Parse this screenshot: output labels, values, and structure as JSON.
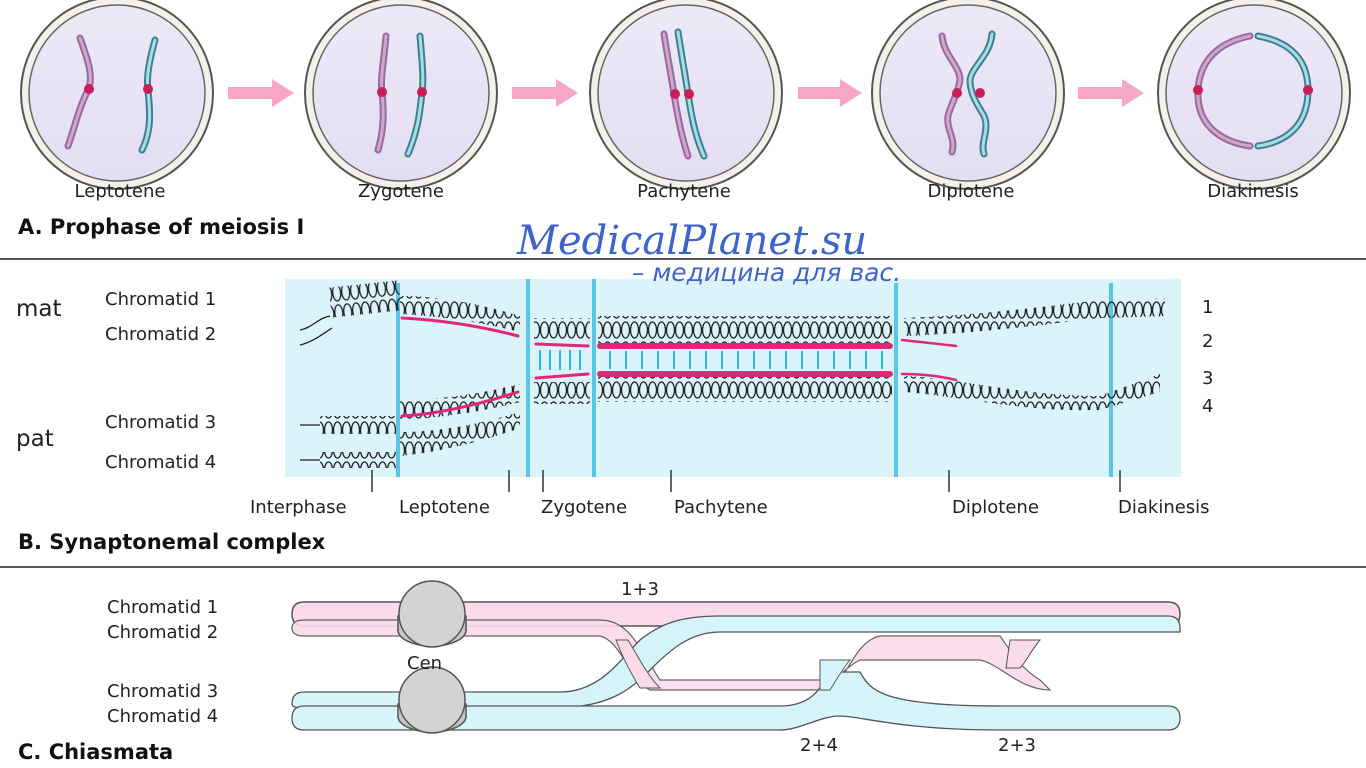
{
  "panel_a": {
    "title": "A. Prophase of meiosis I",
    "stages": [
      "Leptotene",
      "Zygotene",
      "Pachytene",
      "Diplotene",
      "Diakinesis"
    ]
  },
  "panel_b": {
    "title": "B. Synaptonemal complex",
    "groups": {
      "mat": "mat",
      "pat": "pat"
    },
    "chromatids": [
      "Chromatid 1",
      "Chromatid 2",
      "Chromatid 3",
      "Chromatid 4"
    ],
    "numbers": [
      "1",
      "2",
      "3",
      "4"
    ],
    "stages": [
      "Interphase",
      "Leptotene",
      "Zygotene",
      "Pachytene",
      "Diplotene",
      "Diakinesis"
    ]
  },
  "panel_c": {
    "title": "C. Chiasmata",
    "chromatids": [
      "Chromatid 1",
      "Chromatid 2",
      "Chromatid 3",
      "Chromatid 4"
    ],
    "centromere": "Cen",
    "crossovers": [
      "1+3",
      "2+4",
      "2+3"
    ]
  },
  "watermark": {
    "site": "MedicalPlanet.su",
    "tagline": "– медицина для вас."
  },
  "colors": {
    "pink": "#f2a0cf",
    "blue_light": "#dbf3fb",
    "blue": "#59c6e8",
    "magenta": "#e0287a",
    "arrow": "#f7a6c8"
  }
}
